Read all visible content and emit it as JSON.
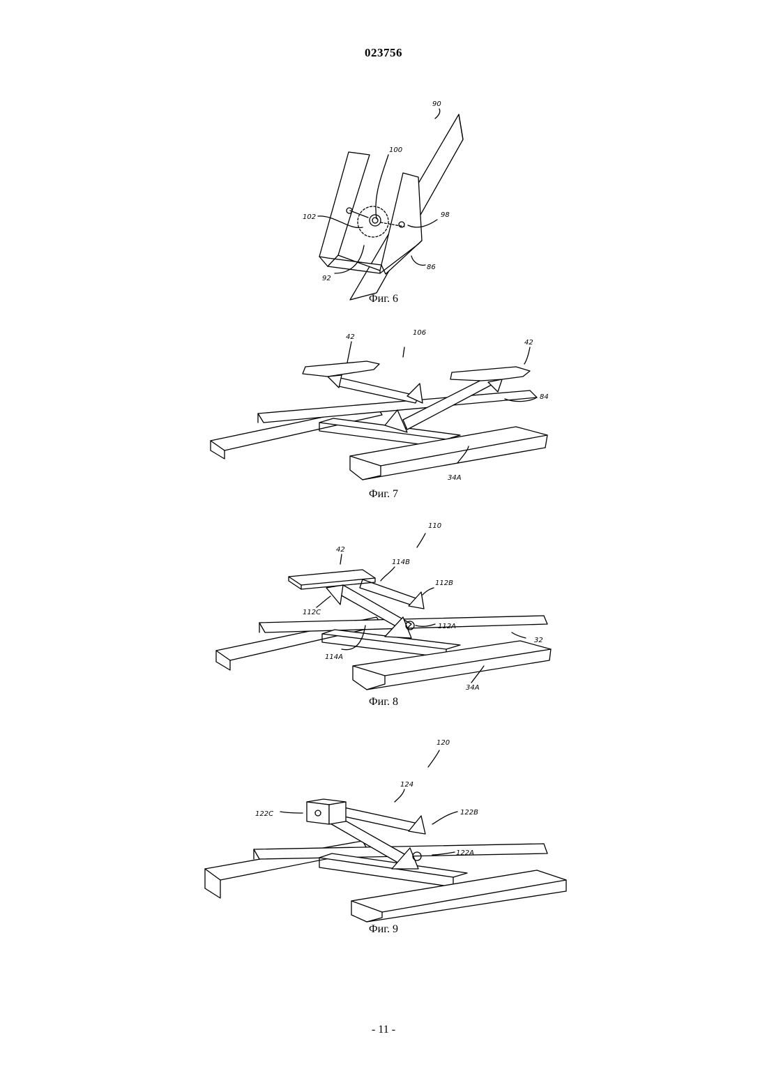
{
  "header": {
    "doc_number": "023756"
  },
  "figures": [
    {
      "caption": "Фиг. 6",
      "labels": [
        "90",
        "100",
        "102",
        "98",
        "92",
        "86"
      ]
    },
    {
      "caption": "Фиг. 7",
      "labels": [
        "106",
        "42",
        "42",
        "84",
        "34A"
      ]
    },
    {
      "caption": "Фиг. 8",
      "labels": [
        "110",
        "42",
        "114B",
        "112B",
        "112C",
        "112A",
        "32",
        "114A",
        "34A"
      ]
    },
    {
      "caption": "Фиг. 9",
      "labels": [
        "120",
        "124",
        "122C",
        "122B",
        "122A"
      ]
    }
  ],
  "footer": {
    "page_number": "- 11 -"
  }
}
